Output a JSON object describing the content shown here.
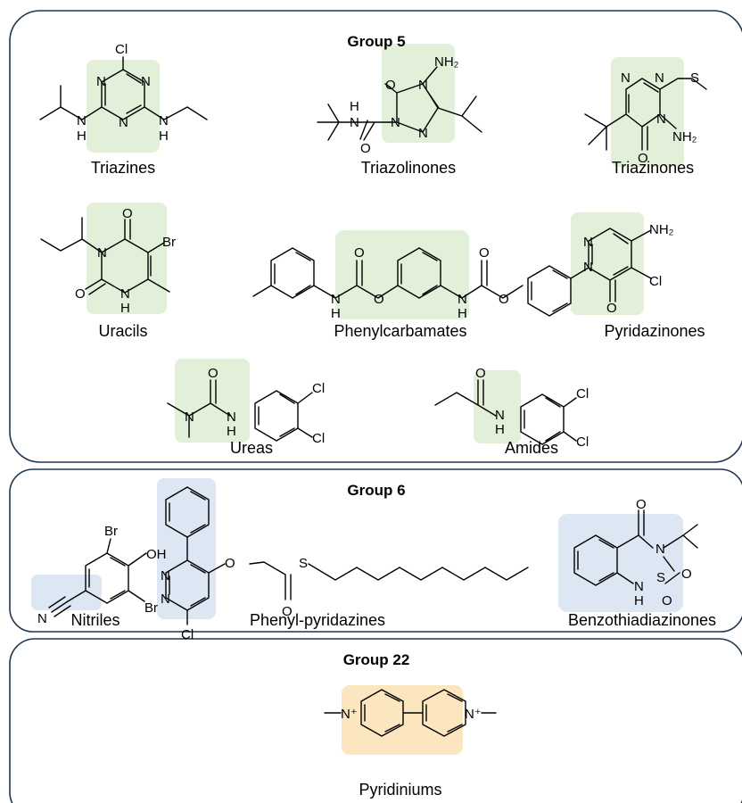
{
  "groups": [
    {
      "title": "Group 5",
      "classes": [
        "Triazines",
        "Triazolinones",
        "Triazinones",
        "Uracils",
        "Phenylcarbamates",
        "Pyridazinones",
        "Ureas",
        "Amides"
      ]
    },
    {
      "title": "Group 6",
      "classes": [
        "Nitriles",
        "Phenyl-pyridazines",
        "Benzothiadiazinones"
      ]
    },
    {
      "title": "Group 22",
      "classes": [
        "Pyridiniums"
      ]
    }
  ],
  "atoms": {
    "cl": "Cl",
    "br": "Br",
    "n": "N",
    "h": "H",
    "o": "O",
    "s": "S",
    "oh": "OH",
    "nh2": "NH₂",
    "nplus": "N⁺"
  },
  "colors": {
    "border": "#1f3550",
    "group5_highlight": "#e2efd9",
    "group6_highlight": "#dce7f3",
    "group22_highlight": "#fbe6bf"
  }
}
